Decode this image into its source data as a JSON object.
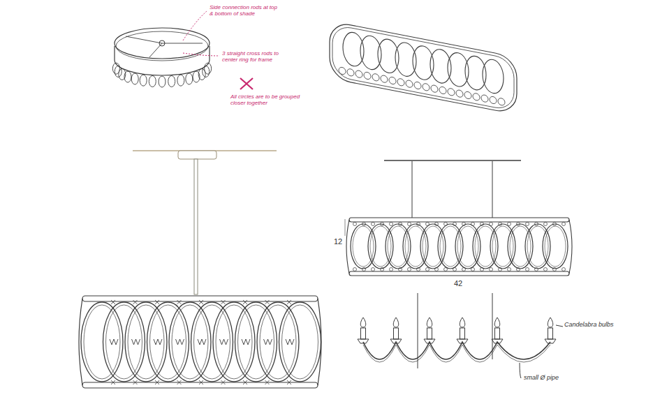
{
  "diagram": {
    "labels": [
      "Side connection rods at top & bottom of shade",
      "3 straight cross rods to center ring for frame",
      "All circles are to be grouped closer together",
      "12",
      "42",
      "Candelabra bulbs",
      "small Ø pipe"
    ]
  }
}
